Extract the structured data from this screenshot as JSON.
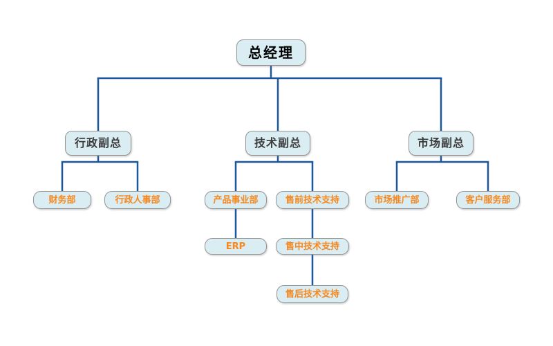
{
  "diagram": {
    "type": "org-chart",
    "colors": {
      "line": "#1a579c",
      "node_fill": "#d9edf3",
      "node_border": "#949494",
      "root_text": "#000000",
      "vp_text": "#3c3c3c",
      "dept_text": "#f6881f",
      "background": "#ffffff"
    },
    "nodes": [
      {
        "id": "gm",
        "label": "总经理",
        "level": 1
      },
      {
        "id": "admin",
        "label": "行政副总",
        "level": 2
      },
      {
        "id": "tech",
        "label": "技术副总",
        "level": 2
      },
      {
        "id": "market",
        "label": "市场副总",
        "level": 2
      },
      {
        "id": "finance",
        "label": "财务部",
        "level": 3
      },
      {
        "id": "hr",
        "label": "行政人事部",
        "level": 3
      },
      {
        "id": "product",
        "label": "产品事业部",
        "level": 3
      },
      {
        "id": "presales",
        "label": "售前技术支持",
        "level": 3
      },
      {
        "id": "promo",
        "label": "市场推广部",
        "level": 3
      },
      {
        "id": "service",
        "label": "客户服务部",
        "level": 3
      },
      {
        "id": "erp",
        "label": "ERP",
        "level": 4
      },
      {
        "id": "midsales",
        "label": "售中技术支持",
        "level": 4
      },
      {
        "id": "aftersales",
        "label": "售后技术支持",
        "level": 5
      }
    ],
    "edges": [
      {
        "from": "gm",
        "to": [
          "admin",
          "tech",
          "market"
        ]
      },
      {
        "from": "admin",
        "to": [
          "finance",
          "hr"
        ]
      },
      {
        "from": "tech",
        "to": [
          "product",
          "presales"
        ]
      },
      {
        "from": "market",
        "to": [
          "promo",
          "service"
        ]
      },
      {
        "from": "product",
        "to": [
          "erp"
        ]
      },
      {
        "from": "presales",
        "to": [
          "midsales"
        ]
      },
      {
        "from": "midsales",
        "to": [
          "aftersales"
        ]
      }
    ]
  }
}
